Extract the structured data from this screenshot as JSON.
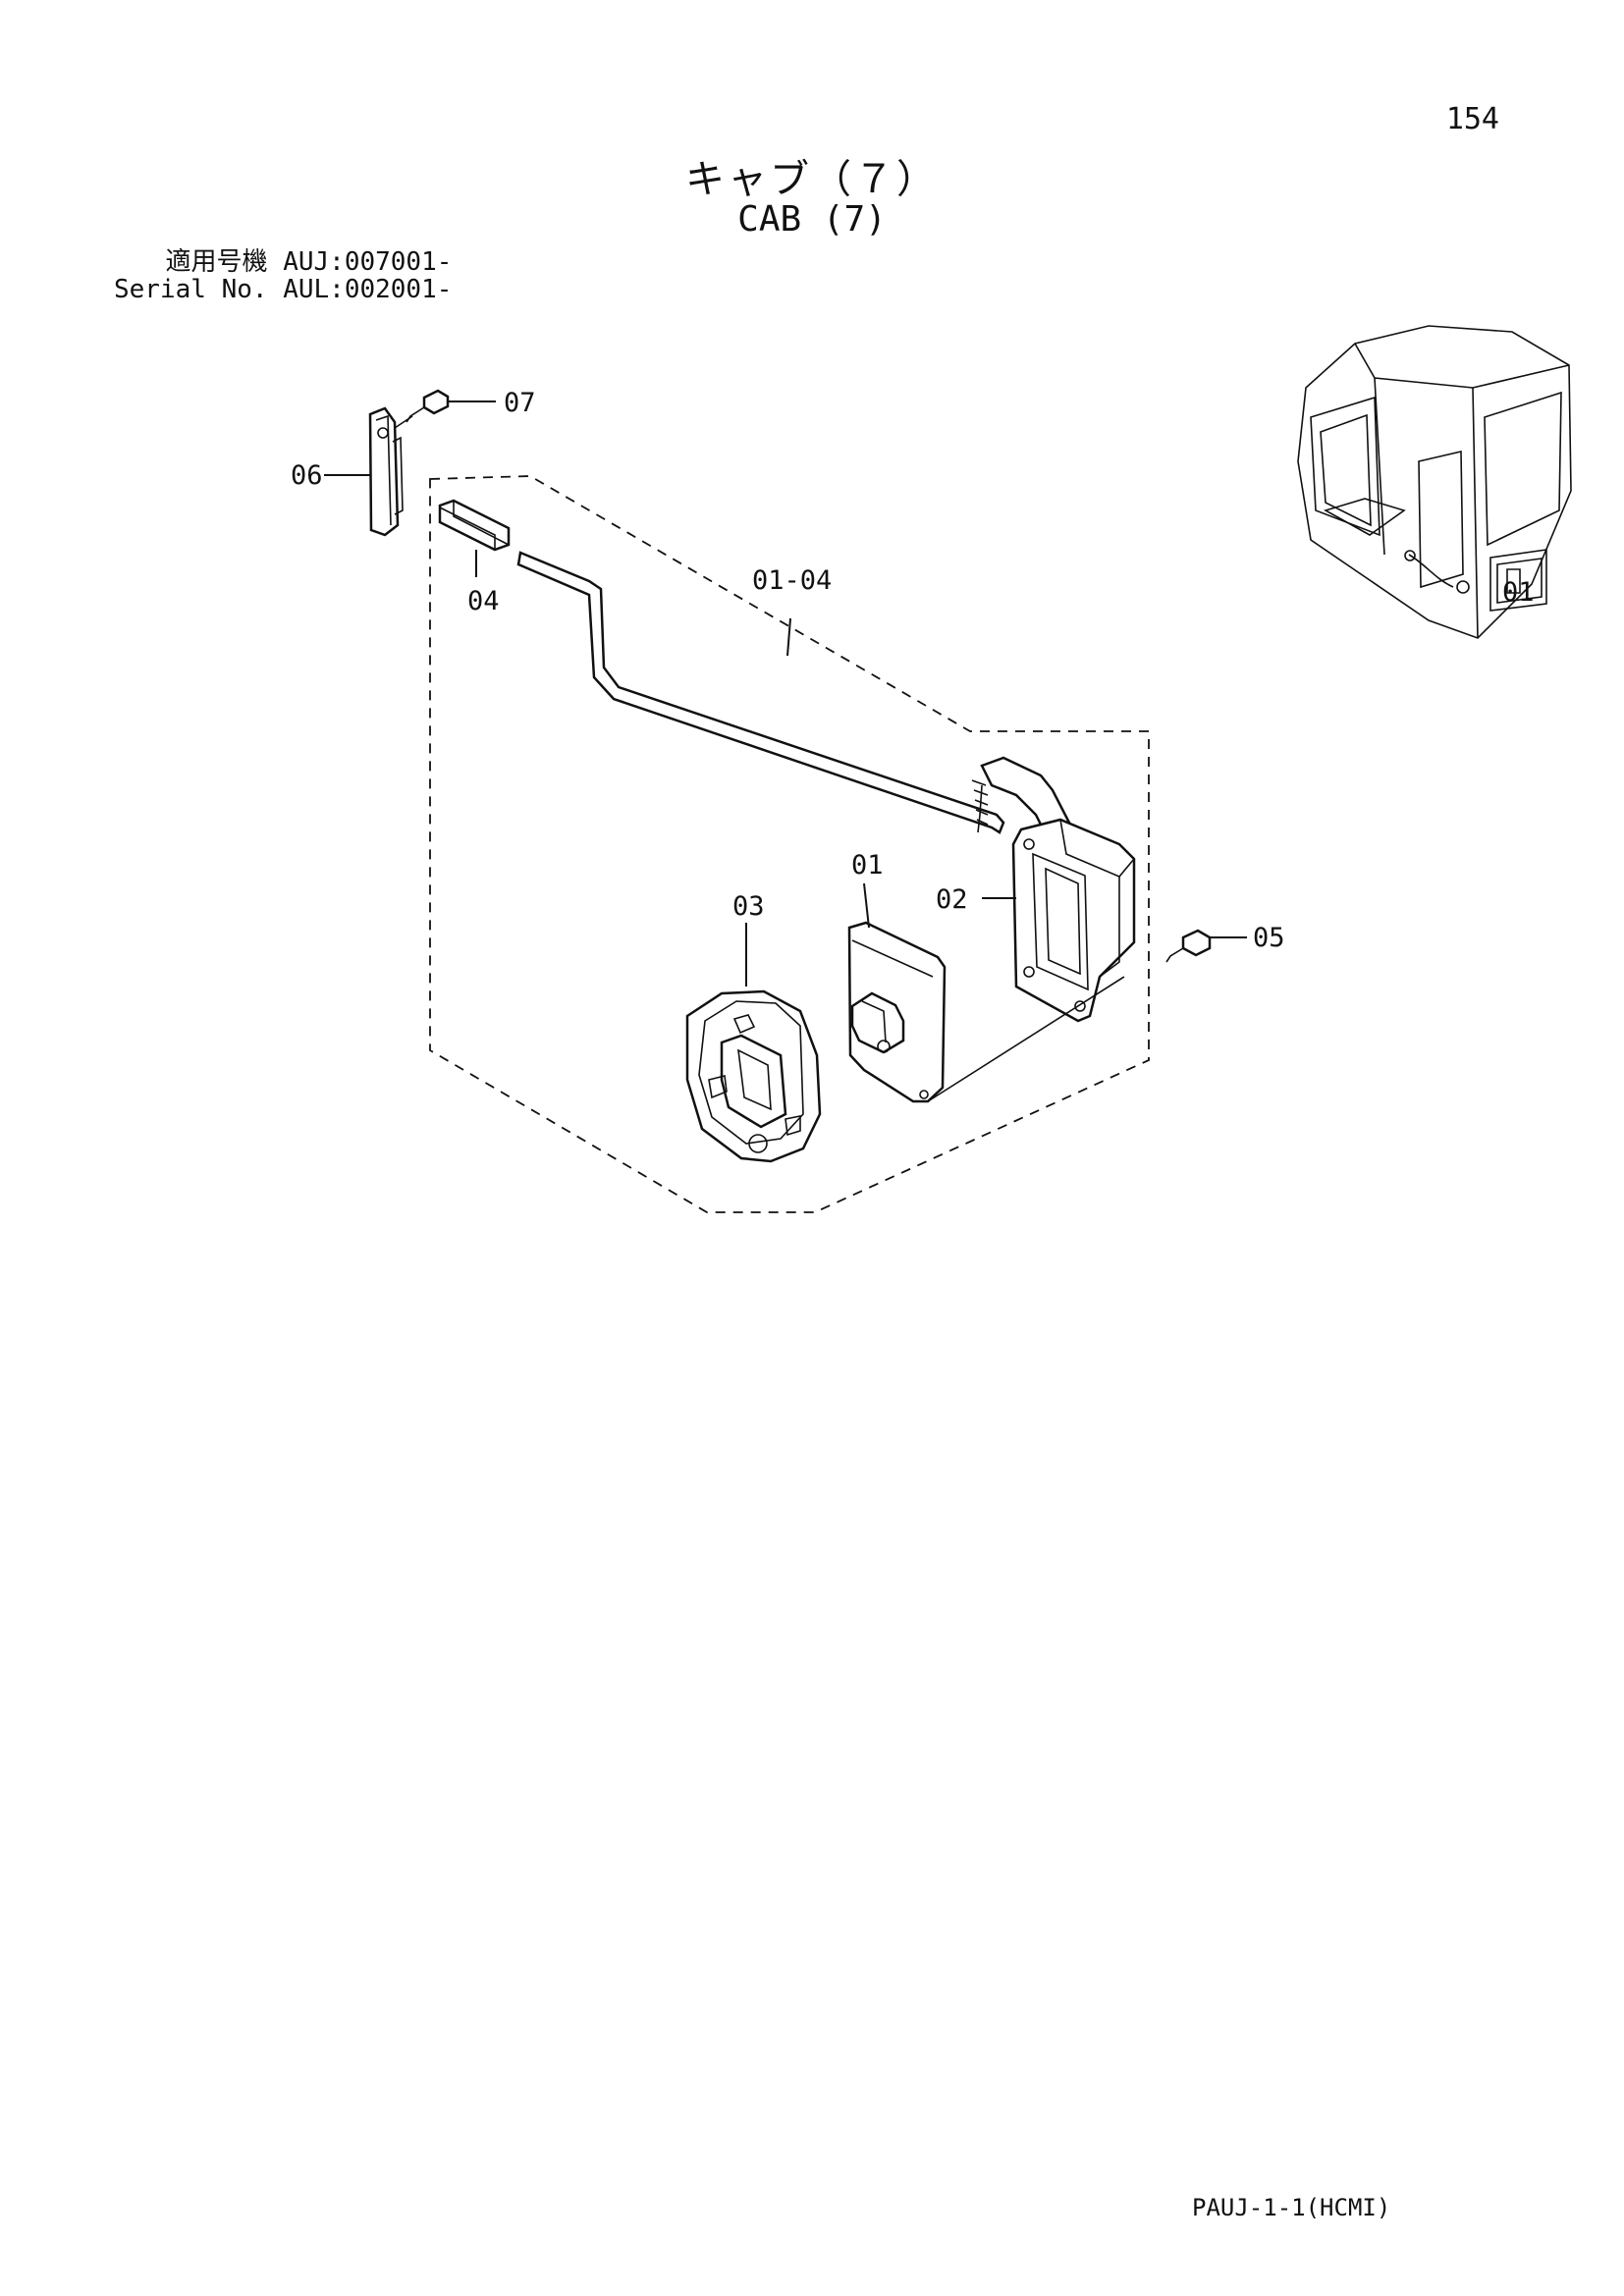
{
  "page_number": "154",
  "title_ja": "キャブ（７）",
  "title_en": "CAB (7)",
  "serial": {
    "label_ja": "適用号機",
    "value_ja": "AUJ:007001-",
    "label_en": "Serial No.",
    "value_en": "AUL:002001-"
  },
  "callouts": {
    "c01": "01",
    "c02": "02",
    "c03": "03",
    "c04": "04",
    "c05": "05",
    "c06": "06",
    "c07": "07",
    "c0104": "01-04"
  },
  "inset_label": "01",
  "footer_code": "PAUJ-1-1(HCMI)"
}
